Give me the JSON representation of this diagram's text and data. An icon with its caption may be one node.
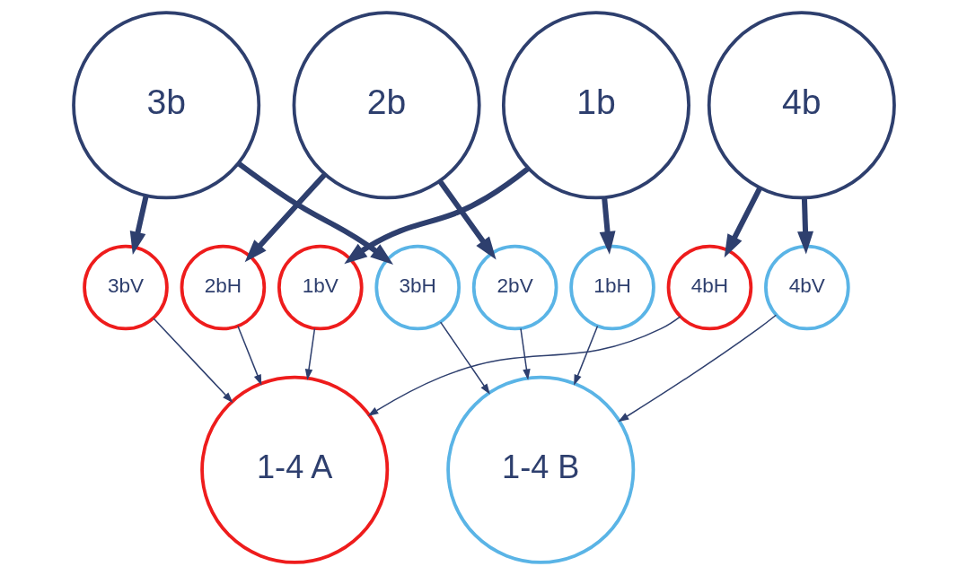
{
  "diagram": {
    "nodes": [
      {
        "text": [
          "1b"
        ]
      },
      {
        "text": [
          "2b"
        ]
      },
      {
        "text": [
          "3b"
        ]
      },
      {
        "text": [
          "4b"
        ]
      },
      {
        "text": [
          "1bV"
        ]
      },
      {
        "text": [
          "1bH"
        ]
      },
      {
        "text": [
          "2bV"
        ]
      },
      {
        "text": [
          "2bH"
        ]
      },
      {
        "text": [
          "3bV"
        ]
      },
      {
        "text": [
          "3bH"
        ]
      },
      {
        "text": [
          "4bV"
        ]
      },
      {
        "text": [
          "4bH"
        ]
      },
      {
        "text": [
          "1-4 A"
        ]
      },
      {
        "text": [
          "1-4 B"
        ]
      }
    ],
    "edges": [
      {
        "from": 0,
        "to": 4,
        "arrow": "to",
        "style": "thick"
      },
      {
        "from": 0,
        "to": 5,
        "arrow": "to",
        "style": "thick"
      },
      {
        "from": 1,
        "to": 6,
        "arrow": "to",
        "style": "thick"
      },
      {
        "from": 1,
        "to": 7,
        "arrow": "to",
        "style": "thick"
      },
      {
        "from": 2,
        "to": 8,
        "arrow": "to",
        "style": "thick"
      },
      {
        "from": 2,
        "to": 9,
        "arrow": "to",
        "style": "thick"
      },
      {
        "from": 3,
        "to": 10,
        "arrow": "to",
        "style": "thick"
      },
      {
        "from": 3,
        "to": 11,
        "arrow": "to",
        "style": "thick"
      },
      {
        "from": 4,
        "to": 12,
        "arrow": "to"
      },
      {
        "from": 5,
        "to": 13,
        "arrow": "to"
      },
      {
        "from": 6,
        "to": 13,
        "arrow": "to"
      },
      {
        "from": 7,
        "to": 12,
        "arrow": "to"
      },
      {
        "from": 8,
        "to": 12,
        "arrow": "to"
      },
      {
        "from": 9,
        "to": 13,
        "arrow": "to"
      },
      {
        "from": 10,
        "to": 13,
        "arrow": "to"
      },
      {
        "from": 11,
        "to": 12,
        "arrow": "to"
      }
    ]
  }
}
